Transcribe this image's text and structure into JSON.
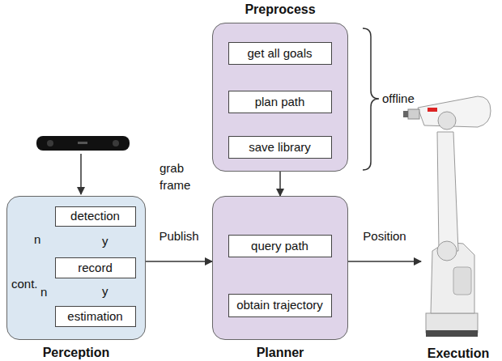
{
  "diagram": {
    "nodes": [
      {
        "text": [
          "Preprocess"
        ]
      },
      {
        "text": [
          "get all goals"
        ],
        "in": 0
      },
      {
        "text": [
          "plan path"
        ],
        "in": 0
      },
      {
        "text": [
          "save library"
        ],
        "in": 0
      },
      {
        "text": [
          "Perception"
        ]
      },
      {
        "text": [
          "detection"
        ],
        "in": 4
      },
      {
        "text": [
          "record"
        ],
        "in": 4
      },
      {
        "text": [
          "estimation"
        ],
        "in": 4
      },
      {
        "text": [
          "Planner"
        ]
      },
      {
        "text": [
          "query path"
        ],
        "in": 8
      },
      {
        "text": [
          "obtain trajectory"
        ],
        "in": 8
      },
      {
        "text": [
          "Execution"
        ]
      }
    ],
    "edges": [
      {
        "from": 1,
        "to": 2,
        "arrow": "to"
      },
      {
        "from": 2,
        "to": 3,
        "arrow": "to"
      },
      {
        "from": 0,
        "to": 8,
        "arrow": "to"
      },
      {
        "from": 5,
        "to": 6,
        "label": "y",
        "arrow": "to"
      },
      {
        "from": 6,
        "to": 7,
        "label": "y",
        "arrow": "to"
      },
      {
        "from": 4,
        "to": 8,
        "label": "Publish",
        "arrow": "to"
      },
      {
        "from": 9,
        "to": 10,
        "arrow": "to"
      },
      {
        "from": 8,
        "to": 11,
        "label": "Position",
        "arrow": "to"
      }
    ],
    "labels": [
      "grab frame",
      "offline",
      "n",
      "n",
      "cont."
    ]
  }
}
